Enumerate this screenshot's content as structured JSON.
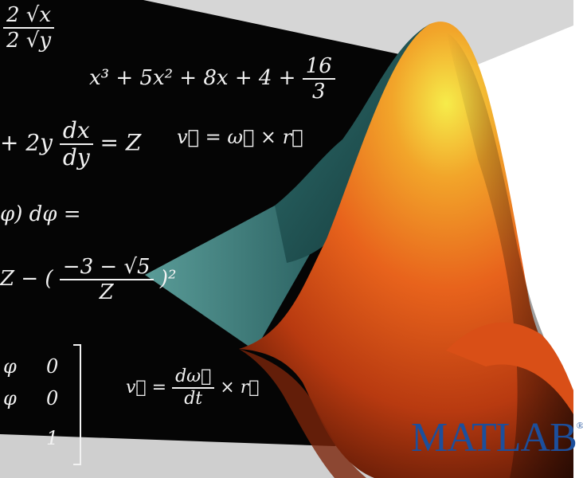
{
  "colors": {
    "blackboard": "#050505",
    "chalk": "#f2f2f2",
    "wall": "#d7d7d7",
    "floor": "#cfcfcf",
    "surface_peak": "#f4e43a",
    "surface_mid": "#e8631c",
    "surface_dark": "#6a1c08",
    "floor_teal": "#4a8a86",
    "shadow_teal": "#1f4b4b",
    "logo_blue": "#1c4f9c"
  },
  "equations": {
    "frac_top_num": "2 √x",
    "frac_top_den": "2 √y",
    "poly": "x³ + 5x² + 8x + 4 +",
    "poly_frac_num": "16",
    "poly_frac_den": "3",
    "diffeq_left": "+ 2y",
    "diffeq_num": "dx",
    "diffeq_den": "dy",
    "diffeq_right": "= Z",
    "cross1": "v⃗ = ω⃗ × r⃗",
    "integral": "φ) dφ =",
    "quad_left": "Z − (",
    "quad_num": "−3 − √5",
    "quad_den": "Z",
    "quad_right": ")²",
    "matrix_row1_a": "φ",
    "matrix_row1_b": "0",
    "matrix_row2_a": "φ",
    "matrix_row2_b": "0",
    "matrix_row3_b": "1",
    "cross2_left": "v⃗ =",
    "cross2_num": "dω⃗",
    "cross2_den": "dt",
    "cross2_right": "× r⃗"
  },
  "logo": {
    "text": "MATLAB",
    "mark": "®"
  }
}
